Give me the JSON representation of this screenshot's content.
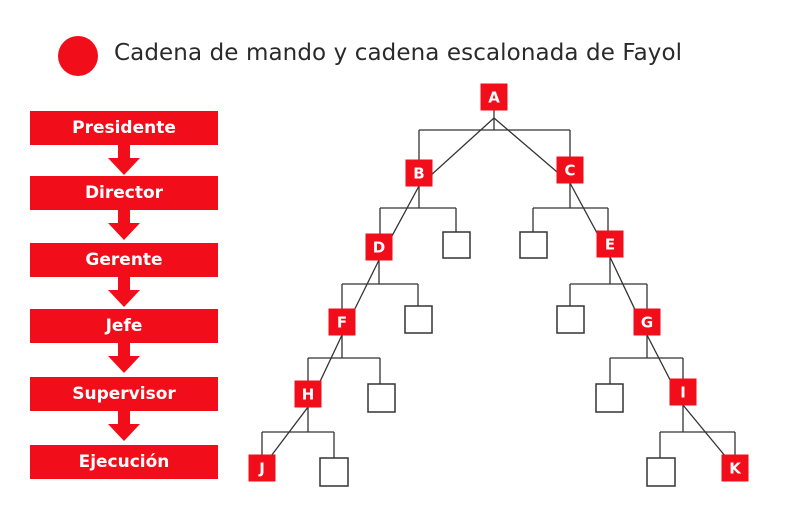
{
  "title": "Cadena de mando y cadena escalonada de Fayol",
  "colors": {
    "accent": "#f20d1a",
    "line": "#333333",
    "text": "#2a2a2a"
  },
  "chain_of_command": [
    "Presidente",
    "Director",
    "Gerente",
    "Jefe",
    "Supervisor",
    "Ejecución"
  ],
  "nodes": [
    "A",
    "B",
    "C",
    "D",
    "E",
    "F",
    "G",
    "H",
    "I",
    "J",
    "K"
  ]
}
